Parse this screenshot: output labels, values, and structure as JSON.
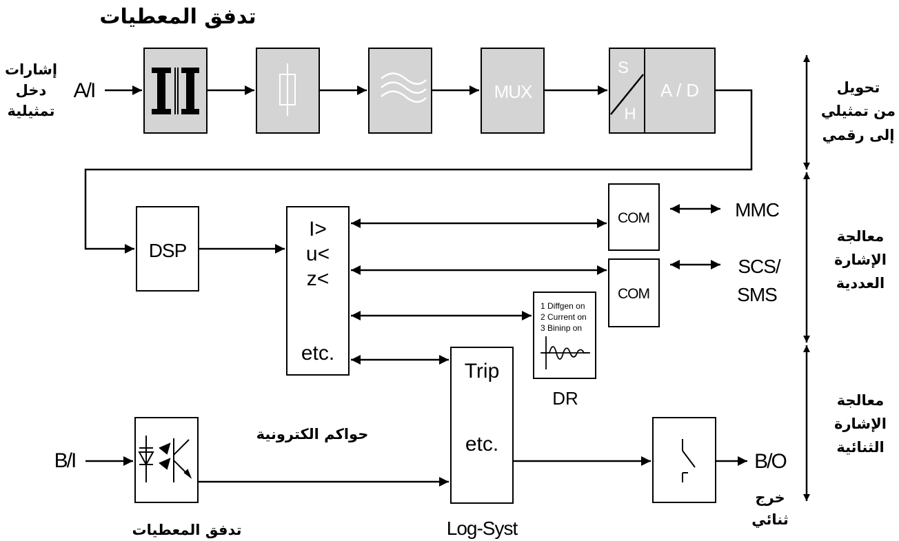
{
  "title": "تدفق المعطيات",
  "left_label_analog": [
    "إشارات",
    "دخل",
    "تمثيلية"
  ],
  "inputs": {
    "analog": "A/I",
    "binary": "B/I"
  },
  "conversion_blocks": {
    "mux": "MUX",
    "sh_s": "S",
    "sh_h": "H",
    "ad": "A / D"
  },
  "dsp": "DSP",
  "protection_functions": [
    "I>",
    "u<",
    "z<"
  ],
  "protection_etc": "etc.",
  "com_blocks": [
    {
      "label": "COM",
      "link": "MMC"
    },
    {
      "label": "COM",
      "link": [
        "SCS/",
        "SMS"
      ]
    }
  ],
  "dr_block": {
    "lines": [
      "1 Diffgen on",
      "2 Current on",
      "3 Bininp on"
    ],
    "caption": "DR"
  },
  "logic": {
    "trip": "Trip",
    "etc": "etc.",
    "caption": "Log-Syst"
  },
  "optocoupler_caption": "حواكم الكترونية",
  "bottom_flow_label": "تدفق المعطيات",
  "output": {
    "label": "B/O",
    "caption": [
      "خرج",
      "ثنائي"
    ]
  },
  "right_sections": [
    [
      "تحويل",
      "من تمثيلي",
      "إلى رقمي"
    ],
    [
      "معالجة",
      "الإشارة",
      "العددية"
    ],
    [
      "معالجة",
      "الإشارة",
      "الثنائية"
    ]
  ],
  "colors": {
    "block_fill": "#d4d4d4",
    "line": "#000000",
    "white_symbol": "#ffffff"
  }
}
